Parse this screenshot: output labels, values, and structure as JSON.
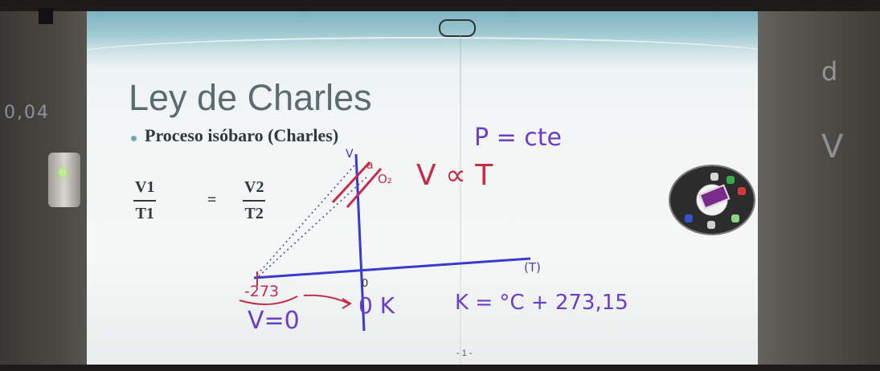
{
  "slide": {
    "title": "Ley de Charles",
    "bullet": "Proceso isóbaro (Charles)",
    "page_number": "- 1 -",
    "formula": {
      "left_numerator": "V1",
      "left_denominator": "T1",
      "equals": "=",
      "right_numerator": "V2",
      "right_denominator": "T2"
    }
  },
  "annotations": {
    "pressure": "P = cte",
    "proportional": "V ∝ T",
    "axis_v": "V",
    "axis_t": "(T)",
    "line_a": "a",
    "line_o2": "O₂",
    "zero_tick": "0",
    "minus_273": "-273",
    "v_zero": "V=0",
    "arrow": "→",
    "zero_kelvin": "0 K",
    "kelvin_formula": "K = °C + 273,15"
  },
  "surroundings": {
    "left_wall_text": "0,04",
    "right_wall_text_a": "d",
    "right_wall_text_b": "V"
  },
  "colors": {
    "ink_purple": "#6a3ec8",
    "ink_red": "#c52c4a",
    "axes_blue": "#3b3ad0",
    "title_gray": "#5a6b72"
  }
}
